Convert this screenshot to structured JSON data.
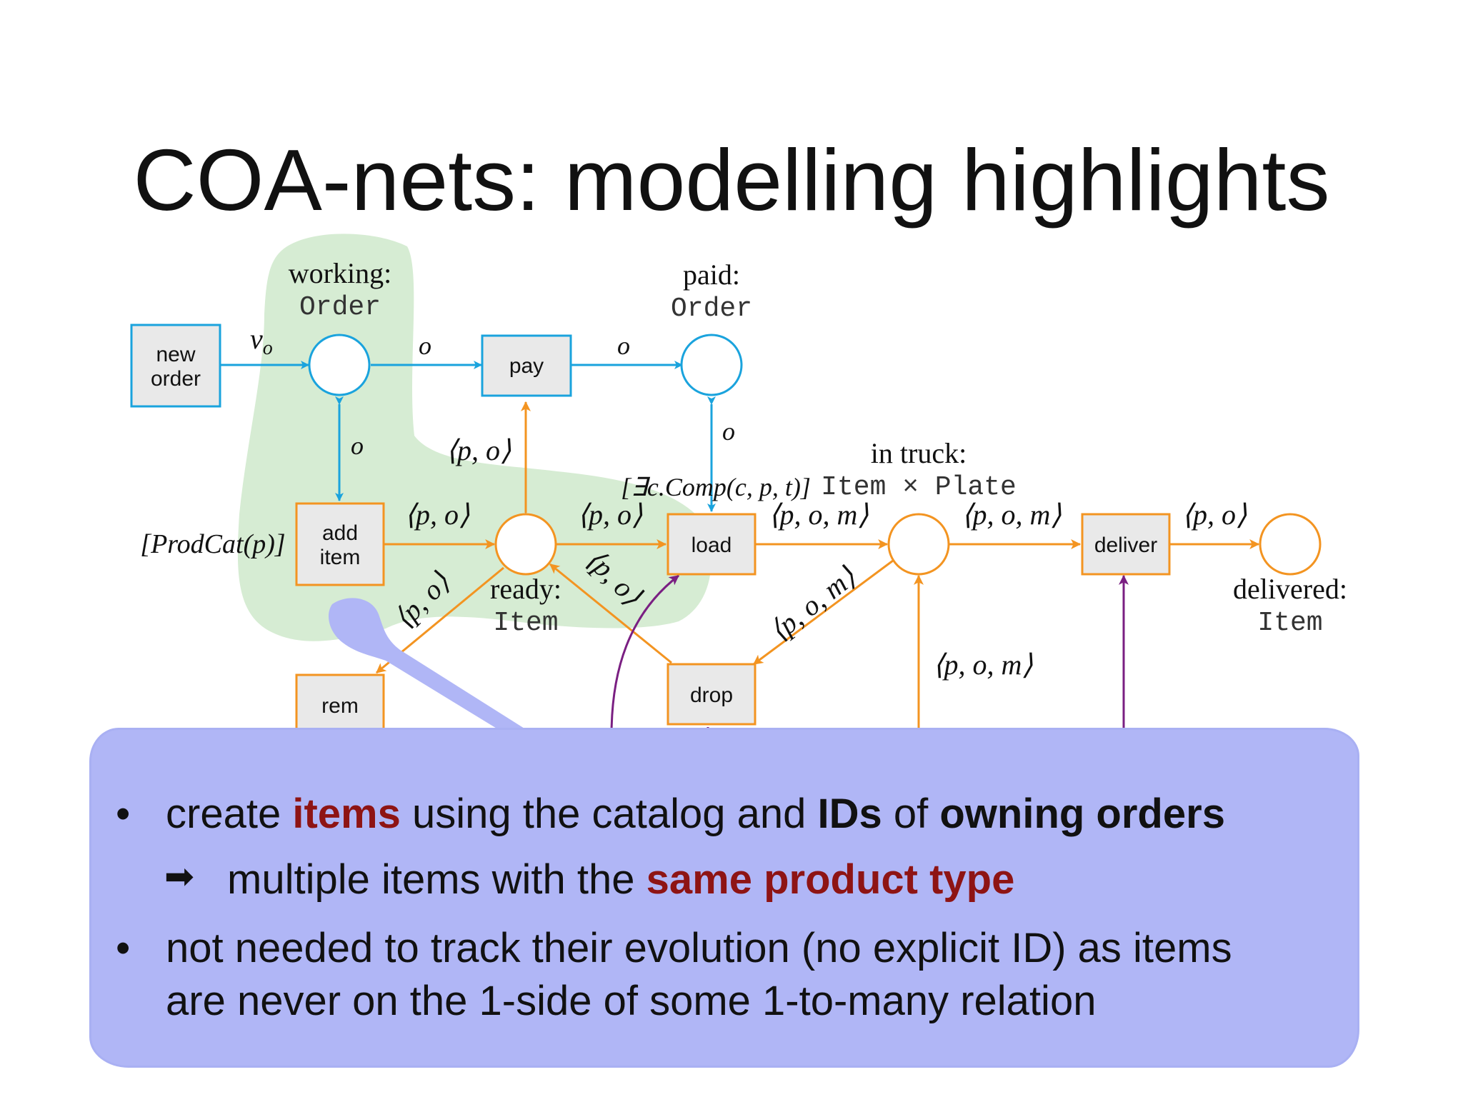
{
  "slide": {
    "title": "COA-nets: modelling highlights"
  },
  "diagram": {
    "transitions": {
      "new_order": [
        "new",
        "order"
      ],
      "pay": "pay",
      "add_item": [
        "add",
        "item"
      ],
      "load": "load",
      "deliver": "deliver",
      "drop": "drop",
      "rem": "rem"
    },
    "places": {
      "working": {
        "name": "working:",
        "type": "Order"
      },
      "paid": {
        "name": "paid:",
        "type": "Order"
      },
      "ready": {
        "name": "ready:",
        "type": "Item"
      },
      "in_truck": {
        "name": "in truck:",
        "type": "Item × Plate"
      },
      "delivered": {
        "name": "delivered:",
        "type": "Item"
      }
    },
    "arc_labels": {
      "nu": "ν",
      "nu_sub": "o",
      "o": "o",
      "po": "⟨p, o⟩",
      "pom": "⟨p, o, m⟩"
    },
    "guards": {
      "prodcat": "[ProdCat(p)]",
      "comp": "[∃c.Comp(c, p, t)]"
    },
    "colors": {
      "control_flow": "#1aa3dd",
      "item_flow": "#f39421",
      "purple": "#7a1f82",
      "highlight": "#d6ecd3",
      "transition_fill": "#e9e9e9"
    }
  },
  "callout": {
    "bullet": "•",
    "arrow": "➡",
    "line1": {
      "a": "create ",
      "b": "items",
      "c": " using the catalog and ",
      "d": "IDs",
      "e": " of ",
      "f": "owning orders"
    },
    "line2": {
      "a": "multiple items with the ",
      "b": "same product type"
    },
    "line3": "not needed to track their evolution (no explicit ID) as items",
    "line4": "are never on the 1-side of some 1-to-many relation"
  }
}
